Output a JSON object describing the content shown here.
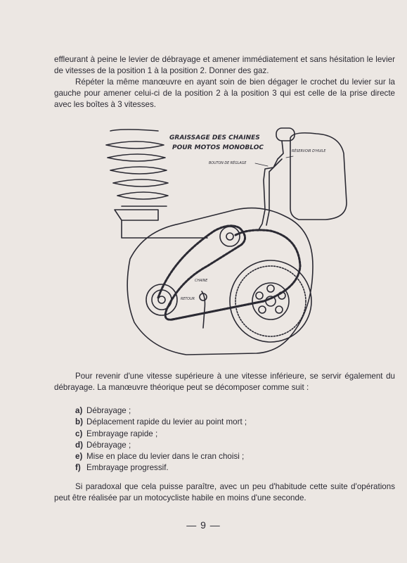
{
  "paragraphs": {
    "p1": "effleurant à peine le levier de débrayage et amener immédiatement et sans hésitation le levier de vitesses de la position 1 à la position 2. Donner des gaz.",
    "p2": "Répéter la même manœuvre en ayant soin de bien dégager le crochet du levier sur la gauche pour amener celui-ci de la position 2 à la position 3 qui est celle de la prise directe avec les boîtes à 3 vitesses.",
    "p3": "Pour revenir d'une vitesse supérieure à une vitesse inférieure, se servir également du débrayage. La manœuvre théorique peut se décomposer comme suit :",
    "p4": "Si paradoxal que cela puisse paraître, avec un peu d'habitude cette suite d'opérations peut être réalisée par un motocycliste habile en moins d'une seconde."
  },
  "steps": [
    {
      "mark": "a)",
      "text": "Débrayage ;"
    },
    {
      "mark": "b)",
      "text": "Déplacement rapide du levier au point mort ;"
    },
    {
      "mark": "c)",
      "text": "Embrayage rapide ;"
    },
    {
      "mark": "d)",
      "text": "Débrayage ;"
    },
    {
      "mark": "e)",
      "text": "Mise en place du levier dans le cran choisi ;"
    },
    {
      "mark": "f)",
      "text": "Embrayage progressif."
    }
  ],
  "figure": {
    "title_line1": "GRAISSAGE DES CHAINES",
    "title_line2": "POUR MOTOS MONOBLOC",
    "label_button": "BOUTON DE RÉGLAGE",
    "label_tank": "RÉSERVOIR D'HUILE",
    "label_chain": "CHAINE",
    "label_return": "RETOUR"
  },
  "page_number": "— 9 —"
}
